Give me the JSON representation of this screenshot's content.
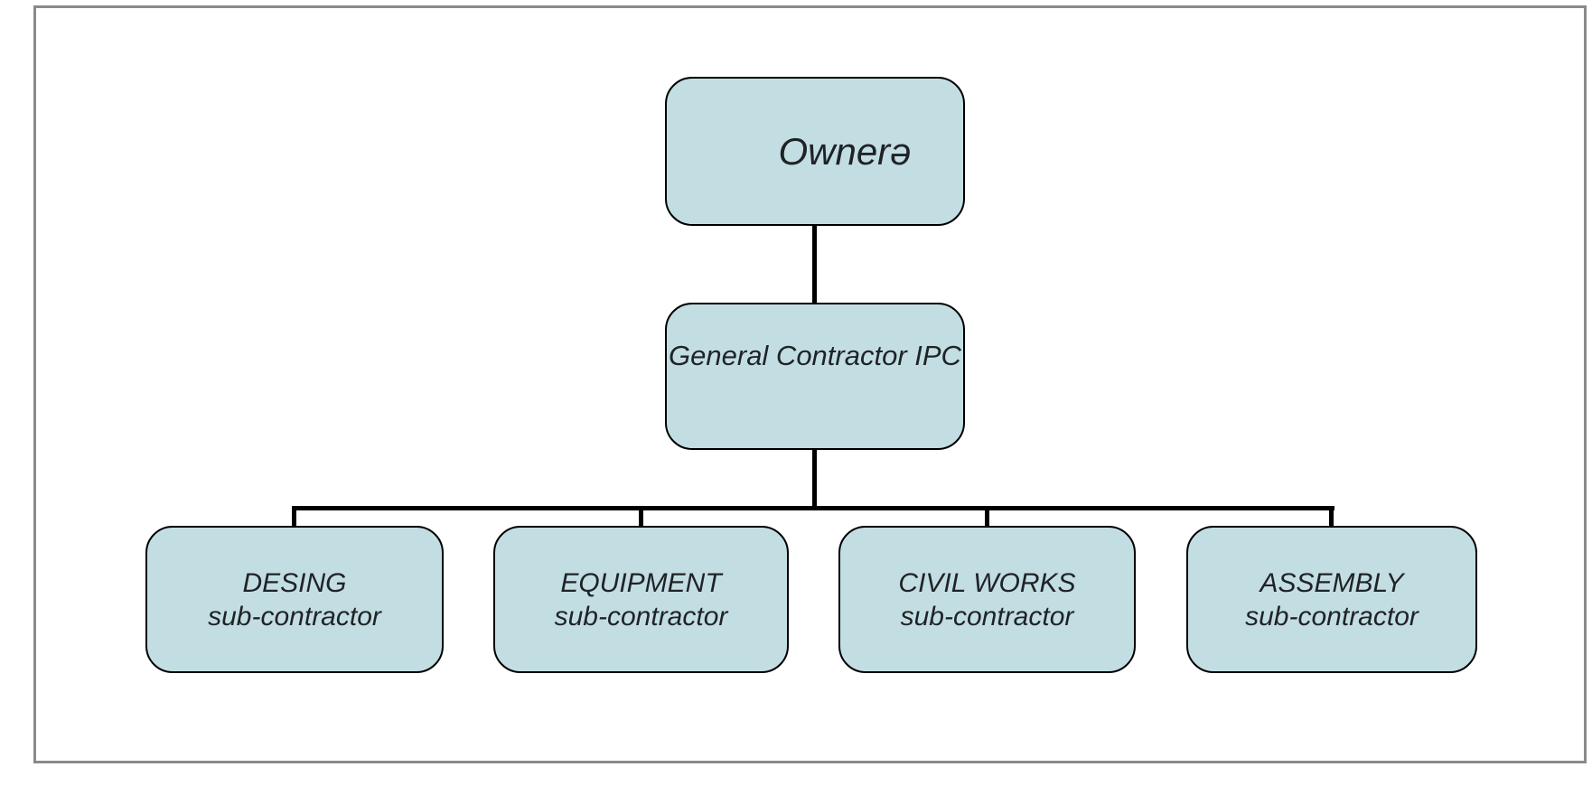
{
  "diagram": {
    "type": "org-chart",
    "nodes": {
      "owner": {
        "label": "Ownerə"
      },
      "general_contractor": {
        "label": "General Contractor IPC"
      },
      "subcontractors": [
        {
          "title": "DESING",
          "subtitle": "sub-contractor"
        },
        {
          "title": "EQUIPMENT",
          "subtitle": "sub-contractor"
        },
        {
          "title": "CIVIL WORKS",
          "subtitle": "sub-contractor"
        },
        {
          "title": "ASSEMBLY",
          "subtitle": "sub-contractor"
        }
      ]
    },
    "edges": [
      {
        "from": "owner",
        "to": "general_contractor"
      },
      {
        "from": "general_contractor",
        "to": "DESING sub-contractor"
      },
      {
        "from": "general_contractor",
        "to": "EQUIPMENT sub-contractor"
      },
      {
        "from": "general_contractor",
        "to": "CIVIL WORKS sub-contractor"
      },
      {
        "from": "general_contractor",
        "to": "ASSEMBLY sub-contractor"
      }
    ],
    "colors": {
      "node_fill": "#c3dee3",
      "node_border": "#000000",
      "connector": "#000000",
      "frame_border": "#8a8a8a",
      "text": "#1f2326",
      "canvas_background": "#ffffff"
    }
  }
}
